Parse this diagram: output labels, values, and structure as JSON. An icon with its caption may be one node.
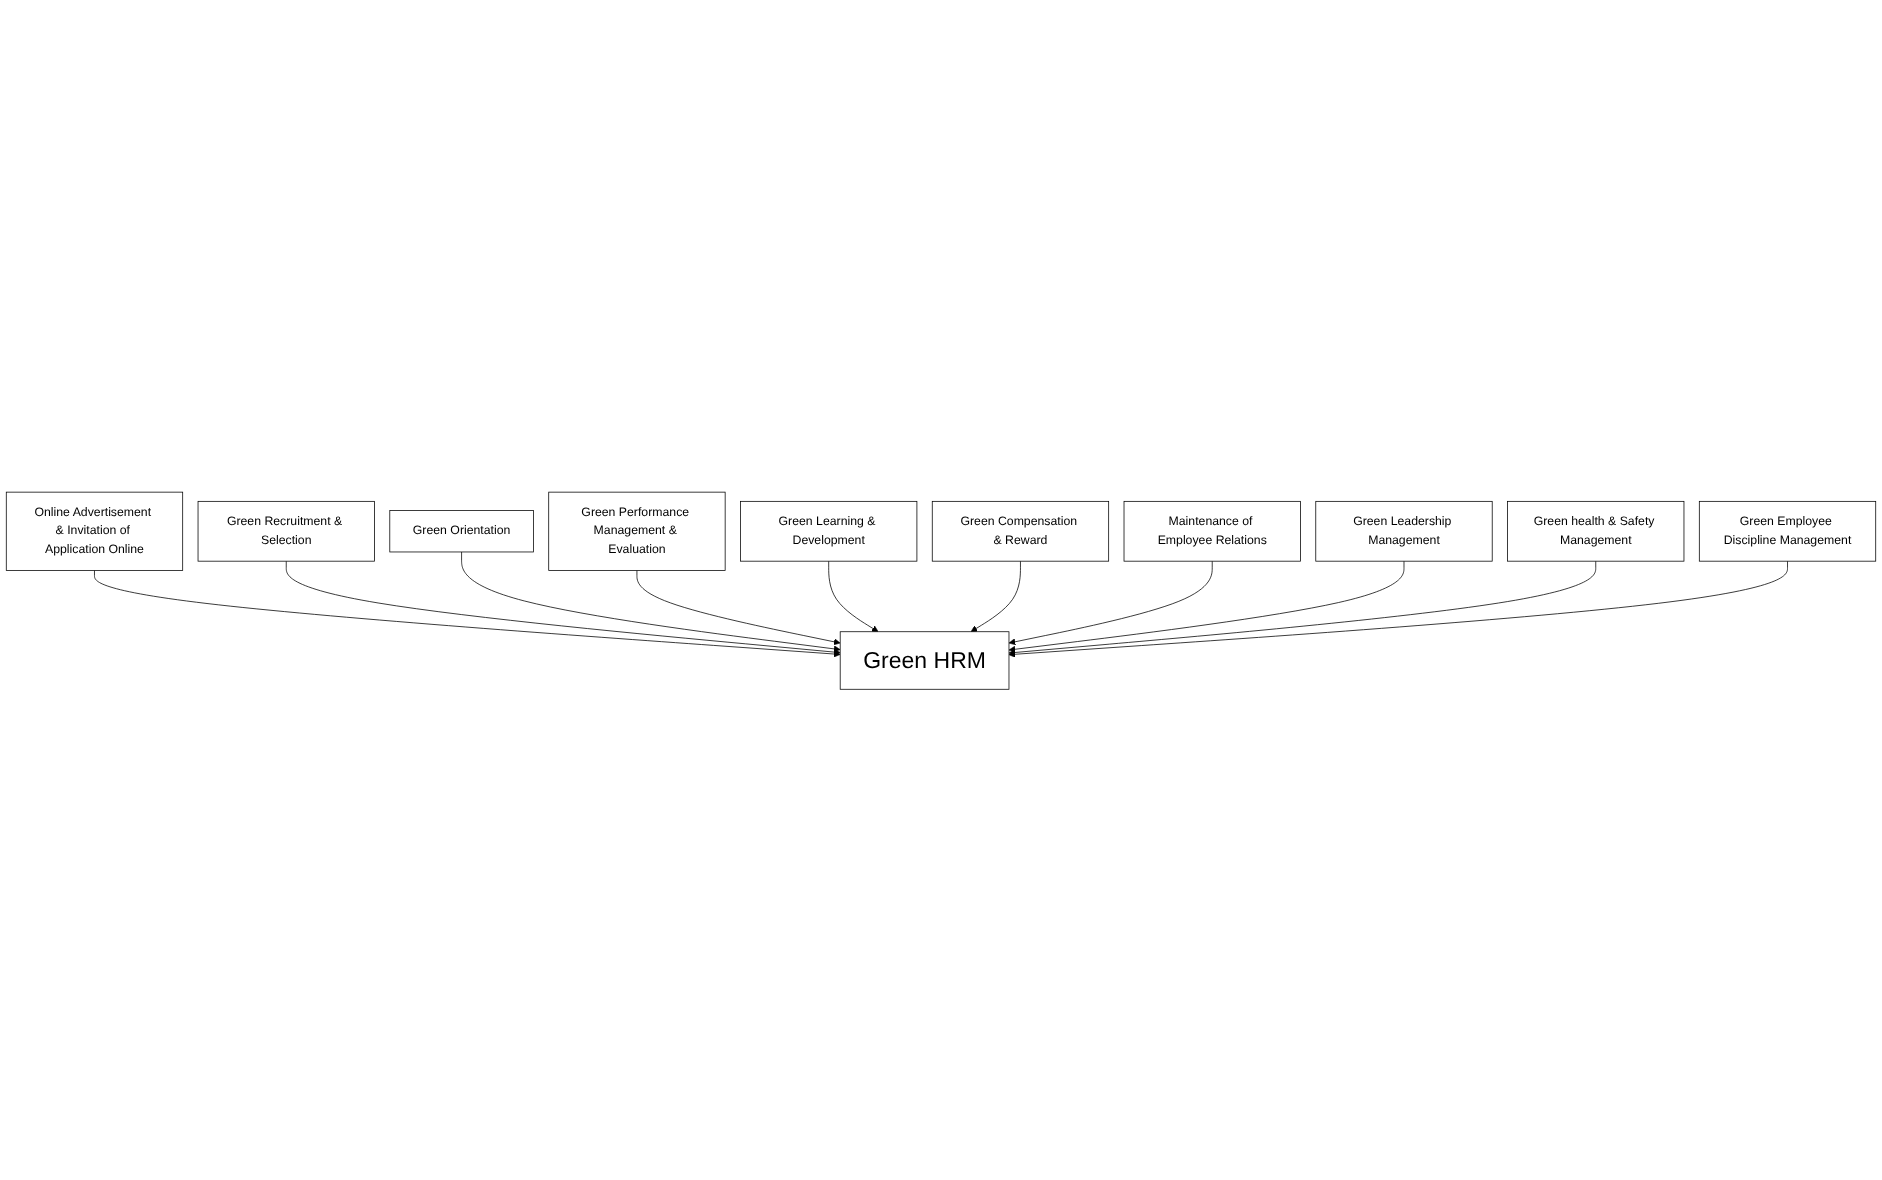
{
  "diagram": {
    "nodes": [
      {
        "text": [
          "Online Advertisement & Invitation of Application Online"
        ]
      },
      {
        "text": [
          "Green Recruitment & Selection"
        ]
      },
      {
        "text": [
          "Green Orientation"
        ]
      },
      {
        "text": [
          "Green Performance Management & Evaluation"
        ]
      },
      {
        "text": [
          "Green Learning & Development"
        ]
      },
      {
        "text": [
          "Green Compensation & Reward"
        ]
      },
      {
        "text": [
          "Green HRM"
        ]
      },
      {
        "text": [
          "Maintenance of Employee Relations"
        ]
      },
      {
        "text": [
          "Green Leadership Management"
        ]
      },
      {
        "text": [
          "Green health & Safety Management"
        ]
      },
      {
        "text": [
          "Green Employee Discipline Management"
        ]
      }
    ],
    "edges": [
      {
        "from": 0,
        "to": 6,
        "arrow": "to"
      },
      {
        "from": 1,
        "to": 6,
        "arrow": "to"
      },
      {
        "from": 2,
        "to": 6,
        "arrow": "to"
      },
      {
        "from": 3,
        "to": 6,
        "arrow": "to"
      },
      {
        "from": 4,
        "to": 6,
        "arrow": "to"
      },
      {
        "from": 5,
        "to": 6,
        "arrow": "to"
      },
      {
        "from": 7,
        "to": 6,
        "arrow": "to"
      },
      {
        "from": 8,
        "to": 6,
        "arrow": "to"
      },
      {
        "from": 9,
        "to": 6,
        "arrow": "to"
      },
      {
        "from": 10,
        "to": 6,
        "arrow": "to"
      }
    ]
  }
}
